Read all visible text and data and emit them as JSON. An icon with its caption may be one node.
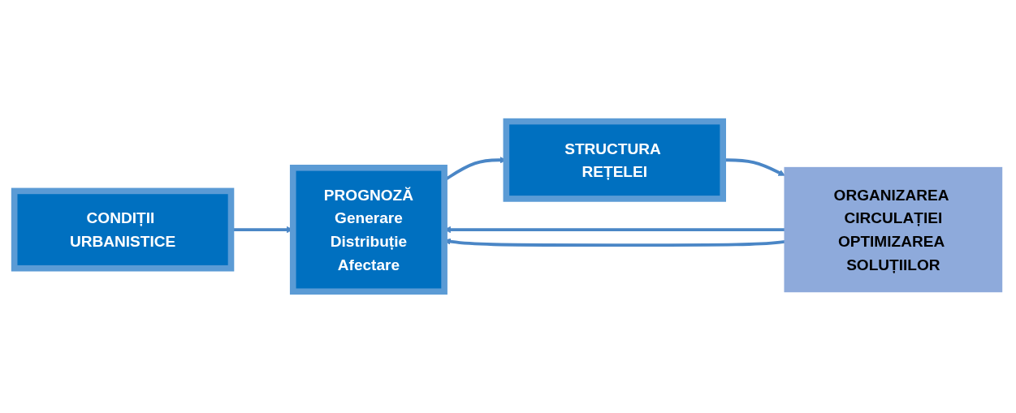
{
  "diagram": {
    "nodes": [
      {
        "text": [
          "CONDIȚII URBANISTICE"
        ]
      },
      {
        "text": [
          "PROGNOZĂ",
          "Generare",
          "Distribuție",
          "Afectare"
        ]
      },
      {
        "text": [
          "STRUCTURA REȚELEI"
        ]
      },
      {
        "text": [
          "ORGANIZAREA CIRCULAȚIEI",
          "OPTIMIZAREA SOLUȚIILOR"
        ]
      }
    ],
    "edges": [
      {
        "from": 0,
        "to": 1,
        "arrow": "to"
      },
      {
        "from": 1,
        "to": 2,
        "arrow": "to"
      },
      {
        "from": 2,
        "to": 3,
        "arrow": "to"
      },
      {
        "from": 3,
        "to": 1,
        "arrow": "to"
      },
      {
        "from": 3,
        "to": 1,
        "arrow": "to"
      }
    ]
  }
}
